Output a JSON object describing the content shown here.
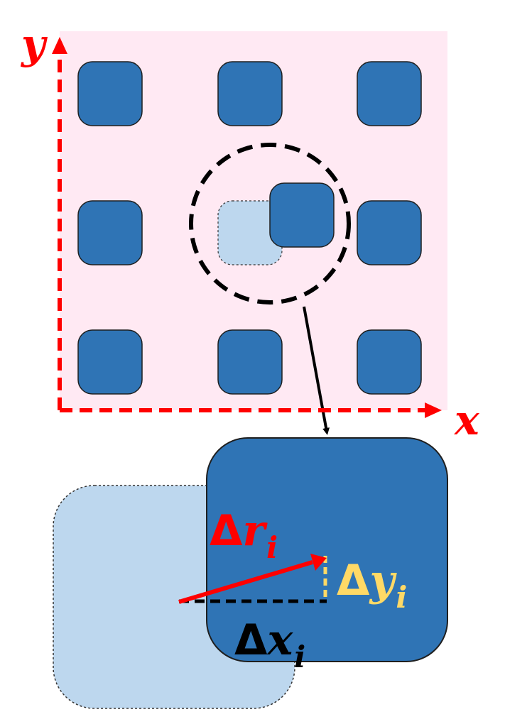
{
  "colors": {
    "panel_fill": "#ffe9f3",
    "pillar_fill": "#2f74b5",
    "pillar_ghost_fill": "#bdd7ee",
    "axis": "#ff0000",
    "displacement_vector": "#ff0000",
    "dy_marker": "#ffd966",
    "dx_marker": "#000000"
  },
  "axes": {
    "x_label": "x",
    "y_label": "y"
  },
  "lattice": {
    "rows": 3,
    "cols": 3,
    "displaced_site": "center",
    "highlight": "dashed-circle",
    "zoom_arrow": true
  },
  "zoom_labels": {
    "dr_symbol": "Δ",
    "dr_var": "r",
    "dr_sub": "i",
    "dy_symbol": "Δ",
    "dy_var": "y",
    "dy_sub": "i",
    "dx_symbol": "Δ",
    "dx_var": "x",
    "dx_sub": "i"
  }
}
